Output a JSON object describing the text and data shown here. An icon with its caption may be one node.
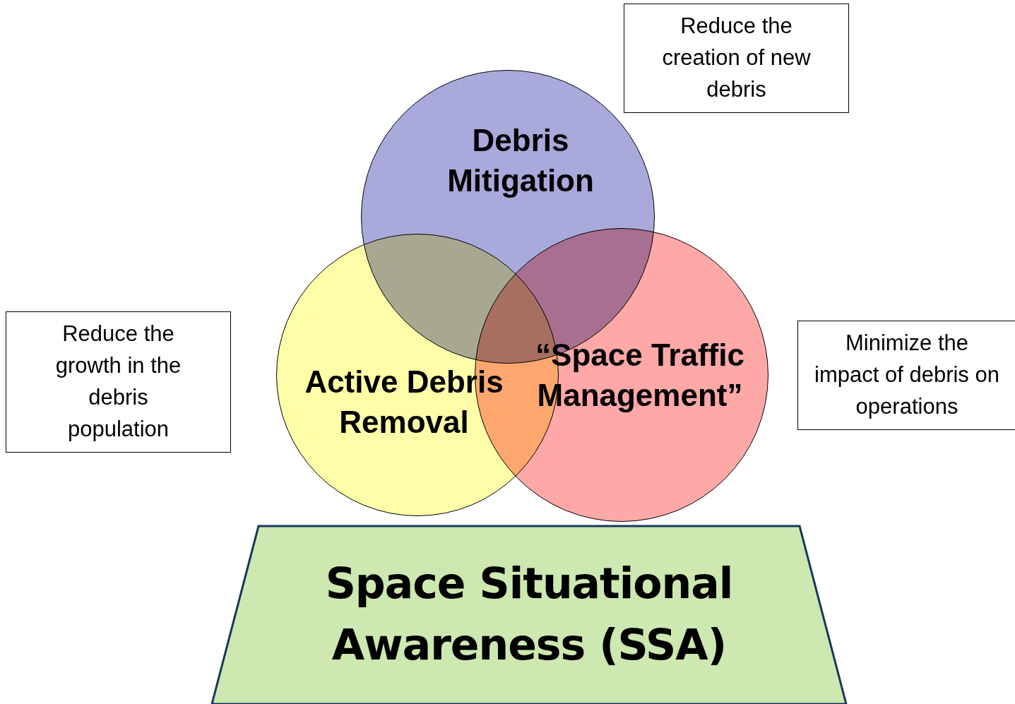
{
  "diagram": {
    "nodes": [
      {
        "text": [
          "Reduce the creation of new debris"
        ]
      },
      {
        "text": [
          "Debris Mitigation"
        ]
      },
      {
        "text": [
          "Reduce the growth in the debris population"
        ]
      },
      {
        "text": [
          "Active Debris Removal"
        ]
      },
      {
        "text": [
          "“Space Traffic Management”"
        ]
      },
      {
        "text": [
          "Minimize the impact of debris on operations"
        ]
      },
      {
        "text": [
          "Space Situational Awareness (SSA)"
        ]
      }
    ],
    "edges": []
  }
}
